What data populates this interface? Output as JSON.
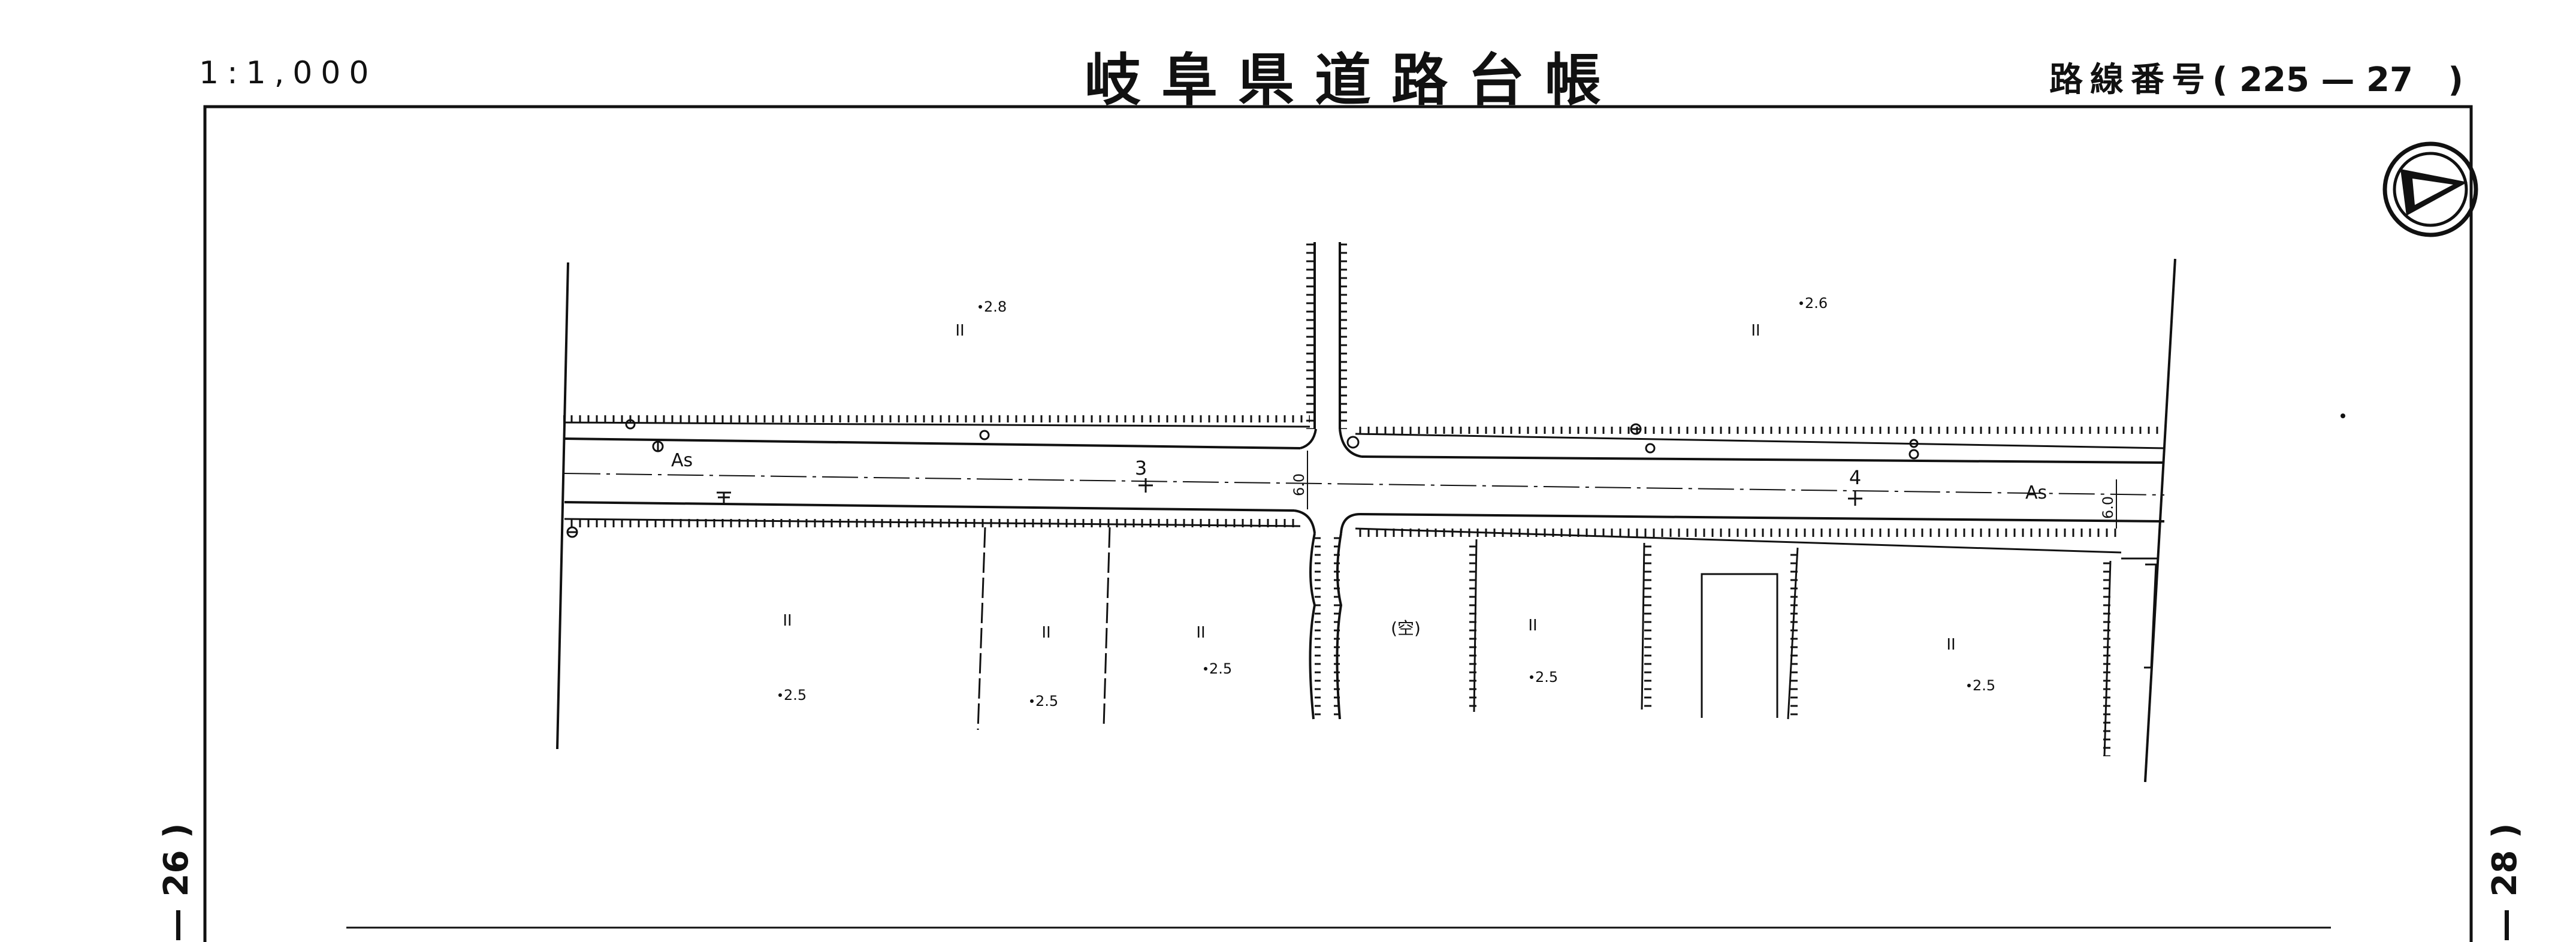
{
  "header": {
    "scale": "1:1,000",
    "title": "岐阜県道路台帳",
    "route_label": "路線番号",
    "route_number": "( 225 — 27   )"
  },
  "sheet_refs": {
    "left": "— 26 )",
    "right": "— 28 )"
  },
  "map": {
    "stations": [
      "3",
      "4"
    ],
    "pavement": [
      "As",
      "As"
    ],
    "road_widths": [
      "6.0",
      "6.0"
    ],
    "vacant_lot": "(空)",
    "elevations": [
      "2.8",
      "2.6",
      "2.5",
      "2.5",
      "2.5",
      "2.5",
      "2.5"
    ],
    "field_symbol": "II",
    "north_arrow": "north-arrow-icon"
  }
}
